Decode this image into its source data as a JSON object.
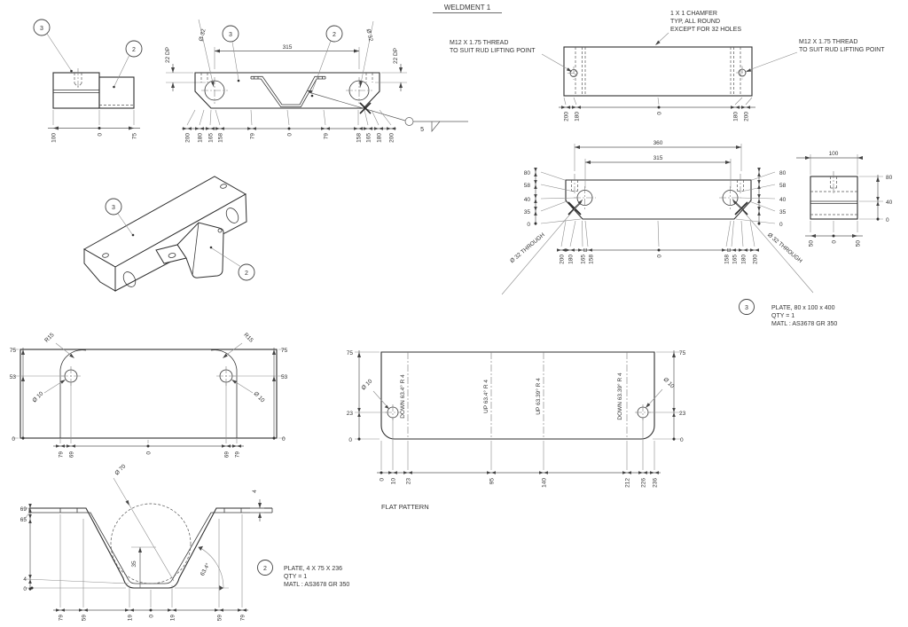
{
  "title": "WELDMENT 1",
  "balloons": {
    "item2": "2",
    "item3": "3"
  },
  "weld": {
    "size": "5"
  },
  "notes": {
    "chamfer": [
      "1 X 1 CHAMFER",
      "TYP, ALL ROUND",
      "EXCEPT FOR 32 HOLES"
    ],
    "thread_left": [
      "M12 X 1.75 THREAD",
      "TO SUIT RUD LIFTING POINT"
    ],
    "thread_right": [
      "M12 X 1.75 THREAD",
      "TO SUIT RUD LIFTING POINT"
    ]
  },
  "items": {
    "item3": {
      "balloon": "3",
      "desc": "PLATE, 80 x 100 x 400",
      "qty": "QTY = 1",
      "matl": "MATL : AS3678 GR 350"
    },
    "item2": {
      "balloon": "2",
      "desc": "PLATE, 4 X 75 X 236",
      "qty": "QTY = 1",
      "matl": "MATL : AS3678 GR 350"
    }
  },
  "views": {
    "side": {
      "dims_bottom": [
        "100",
        "0",
        "75"
      ],
      "thread_depth": "22 DP"
    },
    "front": {
      "width": "315",
      "thread_depth": "22 DP",
      "hole_left": "Ø 32",
      "hole_right": "Ø 32",
      "dims_bottom": [
        "200",
        "180",
        "165",
        "158",
        "79",
        "0",
        "79",
        "158",
        "165",
        "180",
        "200"
      ]
    },
    "top": {
      "dims_bottom": [
        "200",
        "180",
        "0",
        "180",
        "200"
      ]
    },
    "elevation": {
      "width_overall": "360",
      "width_holes": "315",
      "dims_left": [
        "80",
        "58",
        "40",
        "35",
        "0"
      ],
      "dims_right": [
        "80",
        "58",
        "40",
        "35",
        "0"
      ],
      "dims_bottom": [
        "200",
        "180",
        "165",
        "158",
        "0",
        "158",
        "165",
        "180",
        "200"
      ],
      "hole_note_left": "Ø 32 THROUGH",
      "hole_note_right": "Ø 32 THROUGH"
    },
    "end": {
      "width": "100",
      "dims_right": [
        "80",
        "40",
        "0"
      ],
      "dims_bottom": [
        "50",
        "0",
        "50"
      ]
    },
    "plate": {
      "dims_left": [
        "75",
        "53",
        "0"
      ],
      "dims_right": [
        "75",
        "53",
        "0"
      ],
      "radius_left": "R15",
      "radius_right": "R15",
      "hole_left": "Ø 10",
      "hole_right": "Ø 10",
      "dims_bottom": [
        "79",
        "69",
        "0",
        "69",
        "79"
      ]
    },
    "flat": {
      "label": "FLAT PATTERN",
      "dims_left": [
        "75",
        "23",
        "0"
      ],
      "dims_right": [
        "75",
        "23",
        "0"
      ],
      "hole_left": "Ø 10",
      "hole_right": "Ø 10",
      "bends": [
        "DOWN  63.4°  R 4",
        "UP  63.4°  R 4",
        "UP  63.39°  R 4",
        "DOWN  63.39°  R 4"
      ],
      "dims_bottom": [
        "0",
        "10",
        "23",
        "95",
        "140",
        "212",
        "226",
        "236"
      ]
    },
    "vee": {
      "hole": "Ø 70",
      "dims_left": [
        "69",
        "65",
        "4",
        "0"
      ],
      "thickness": "4",
      "height": "35",
      "angle": "63.4°",
      "dims_bottom": [
        "79",
        "59",
        "19",
        "0",
        "19",
        "59",
        "79"
      ]
    }
  }
}
